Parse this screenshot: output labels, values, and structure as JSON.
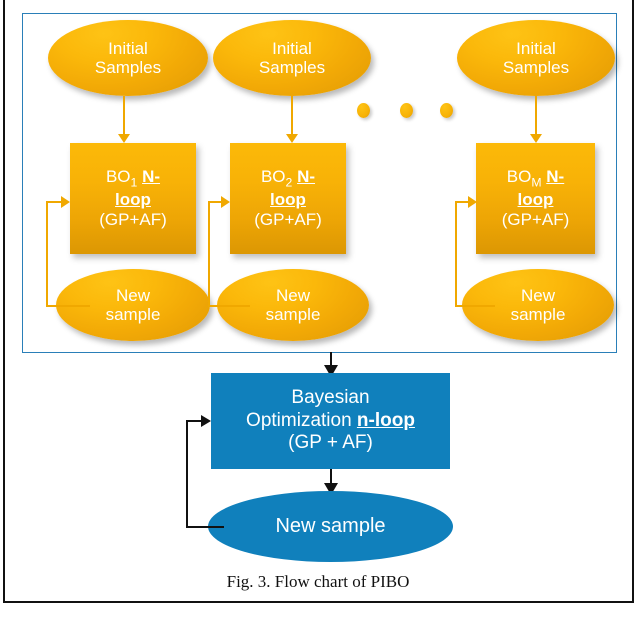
{
  "figure": {
    "caption": "Fig. 3. Flow chart of PIBO",
    "colors": {
      "orange_fill": "#f8b207",
      "orange_line": "#f0a800",
      "blue_fill": "#1080bc",
      "frame_border": "#2a7fb8",
      "page_border": "#111111",
      "label_text": "#ffffff"
    }
  },
  "parallel_stage": {
    "columns": [
      {
        "initial_samples": "Initial\nSamples",
        "initial_line1": "Initial",
        "initial_line2": "Samples",
        "bo_prefix": "BO",
        "bo_subscript": "1",
        "bo_loop": "N-loop",
        "bo_loop_line1": "N-",
        "bo_loop_line2": "loop",
        "bo_model": "(GP+AF)",
        "new_sample_line1": "New",
        "new_sample_line2": "sample"
      },
      {
        "initial_samples": "Initial\nSamples",
        "initial_line1": "Initial",
        "initial_line2": "Samples",
        "bo_prefix": "BO",
        "bo_subscript": "2",
        "bo_loop": "N-loop",
        "bo_loop_line1": "N-",
        "bo_loop_line2": "loop",
        "bo_model": "(GP+AF)",
        "new_sample_line1": "New",
        "new_sample_line2": "sample"
      },
      {
        "initial_samples": "Initial\nSamples",
        "initial_line1": "Initial",
        "initial_line2": "Samples",
        "bo_prefix": "BO",
        "bo_subscript": "M",
        "bo_loop": "N-loop",
        "bo_loop_line1": "N-",
        "bo_loop_line2": "loop",
        "bo_model": "(GP+AF)",
        "new_sample_line1": "New",
        "new_sample_line2": "sample"
      }
    ],
    "ellipsis": "• • •"
  },
  "global_stage": {
    "bo_line1": "Bayesian",
    "bo_line2_prefix": "Optimization ",
    "bo_line2_loop": "n-loop",
    "bo_line3": "(GP + AF)",
    "new_sample": "New sample"
  }
}
